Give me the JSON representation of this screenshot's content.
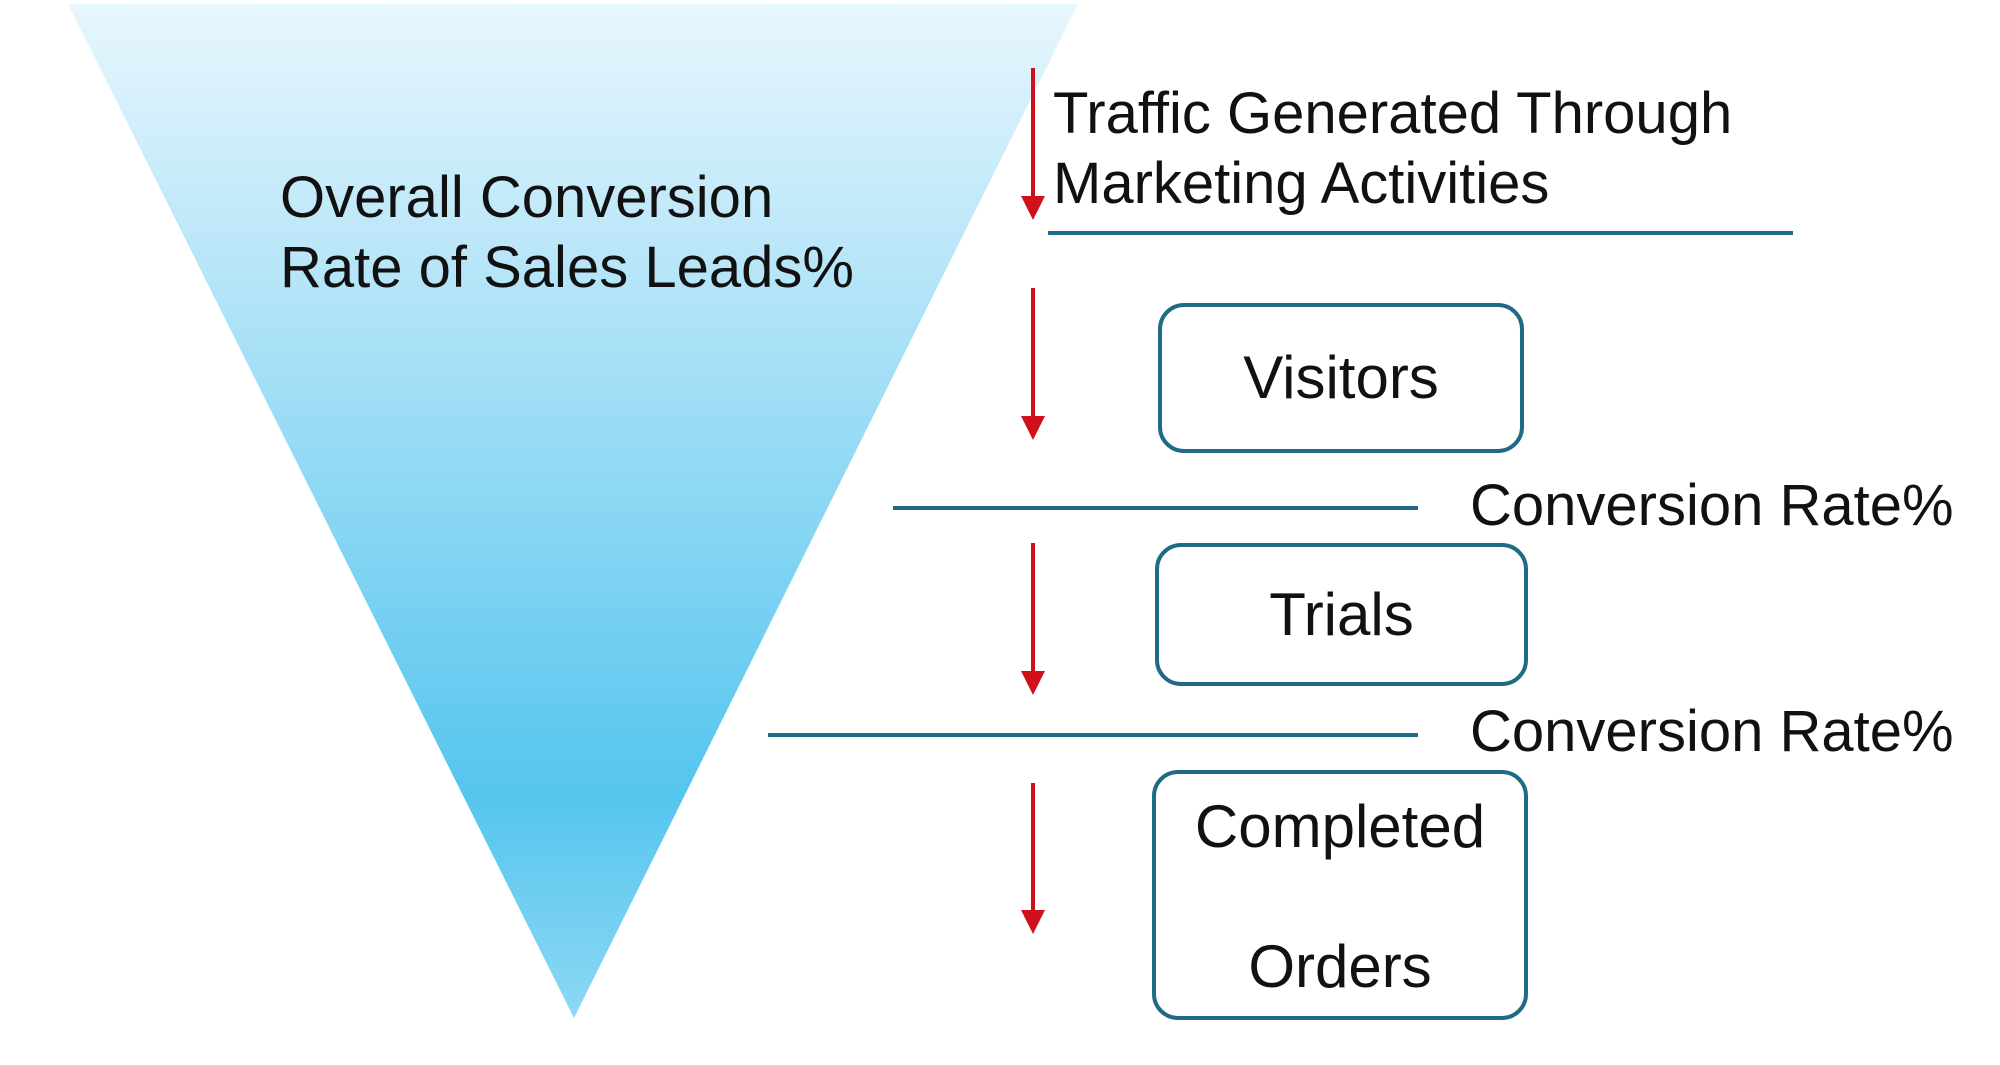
{
  "colors": {
    "funnel_top": "#e8f6fd",
    "funnel_mid": "#55c5ee",
    "funnel_bottom": "#8dd8f4",
    "arrow": "#d0101b",
    "line": "#1f6a85",
    "box_border": "#1f6a85",
    "text": "#111111"
  },
  "funnel": {
    "label_line1": "Overall Conversion",
    "label_line2": "Rate of Sales Leads%"
  },
  "traffic": {
    "line1": "Traffic Generated Through",
    "line2": "Marketing Activities"
  },
  "stages": {
    "visitors": "Visitors",
    "trials": "Trials",
    "orders_line1": "Completed",
    "orders_line2": "Orders"
  },
  "conversion_rates": {
    "first": "Conversion Rate%",
    "second": "Conversion Rate%"
  }
}
